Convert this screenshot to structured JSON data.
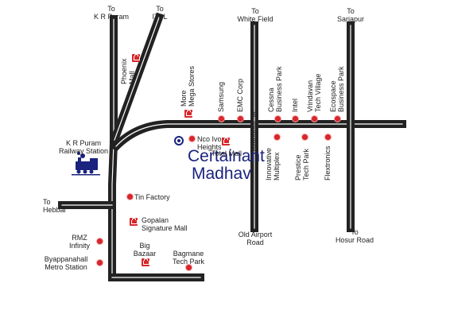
{
  "project": {
    "name_line1": "Certainant",
    "name_line2": "Madhav"
  },
  "colors": {
    "road": "#222222",
    "road_edge": "#ffffff",
    "marker": "#d9262b",
    "project": "#1a237e",
    "train": "#1a237e"
  },
  "directions": {
    "kr_puram": "To\nK R Puram",
    "itpl": "To\nITPL",
    "white_field": "To\nWhite Field",
    "sarjapur": "To\nSarjapur",
    "hebbal": "To\nHebbal",
    "hosur_road": "To\nHosur Road",
    "old_airport_road": "Old Airport\nRoad"
  },
  "roads": {
    "varthur_road": "Varthahalli Jn."
  },
  "landmarks": {
    "kr_puram_station": "K R Puram\nRailway Station",
    "phoenix_mall": "Phoenix\nMall",
    "more_mega_stores": "More\nMega Stores",
    "samsung": "Samsung",
    "emc_corp": "EMC Corp",
    "cessna_business_park": "Cessna\nBusiness Park",
    "intel": "Intel",
    "vrindavan_tech_village": "Vrindavan\nTech Village",
    "ecospace_business_park": "Ecospace\nBusiness Park",
    "nco_ivory_heights": "Nco Ivory\nHeights",
    "total_mall": "Total Mall",
    "innovative_multiplex": "Innovative\nMultiplex",
    "prestige_tech_park": "Prestice\nTech Park",
    "flextronics": "Flextronics",
    "tin_factory": "Tin Factory",
    "gopalan_signature_mall": "Gopalan\nSignature Mall",
    "rmz_infinity": "RMZ\nInfinity",
    "byappanahalli_metro": "Byappanahall\nMetro Station",
    "big_bazaar": "Big\nBazaar",
    "bagmane_tech_park": "Bagmane\nTech Park"
  },
  "icons": {
    "train": "train-icon",
    "mall": "shopping-bag-icon",
    "poi": "red-dot-icon",
    "project": "target-icon"
  }
}
